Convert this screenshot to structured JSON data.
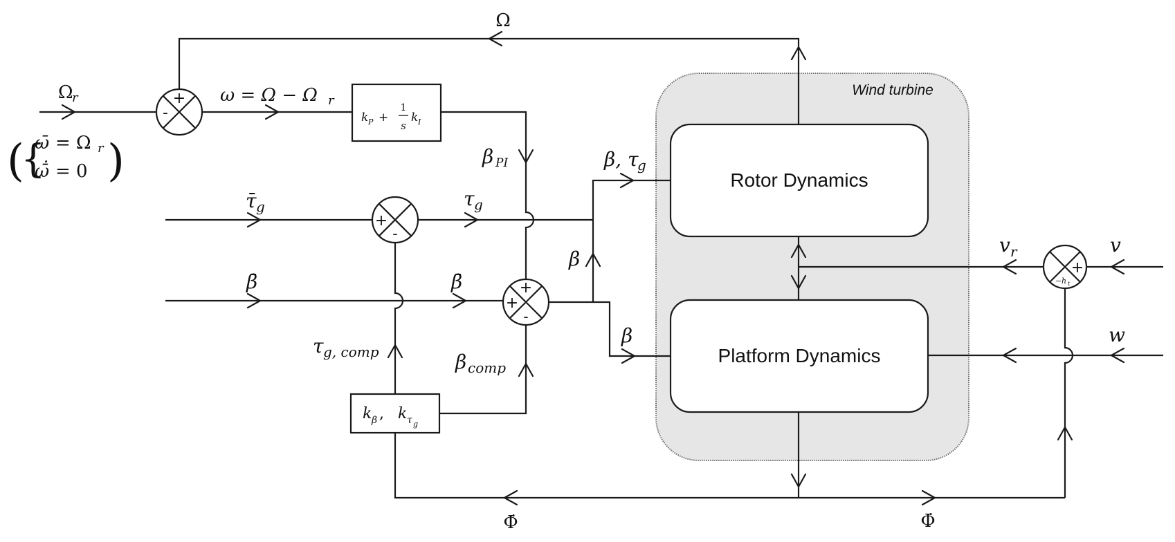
{
  "diagram": {
    "title": "Wind turbine control block diagram",
    "container": {
      "label": "Wind turbine",
      "fill": "#e6e6e6"
    },
    "blocks": {
      "rotor": {
        "label": "Rotor Dynamics"
      },
      "platform": {
        "label": "Platform Dynamics"
      },
      "pi_controller": {
        "label_main": "k",
        "label_p_sub": "P",
        "plus": "+",
        "frac_num": "1",
        "frac_den": "s",
        "label_i_sub": "I"
      },
      "compensator": {
        "label_kb": "k",
        "label_kb_sub": "β",
        "comma": ",",
        "label_kt": "k",
        "label_kt_sub": "τ",
        "label_kt_subsub": "g"
      }
    },
    "sums": {
      "speed_error": {
        "top_sign": "+",
        "left_sign": "-"
      },
      "torque": {
        "left_sign": "+",
        "bottom_sign": "-"
      },
      "pitch": {
        "top_sign": "+",
        "left_sign": "+",
        "bottom_sign": "-"
      },
      "wind": {
        "right_sign": "+",
        "bottom_sign": "−h",
        "bottom_sign_sub": "t"
      }
    },
    "signals": {
      "omega_feedback": "Ω",
      "omega_ref": "Ω",
      "omega_ref_sub": "r",
      "init_cond_line1_lhs": "ω̄",
      "init_cond_line1_rhs": "= Ω",
      "init_cond_line1_sub": "r",
      "init_cond_line2_lhs": "ω̄̇",
      "init_cond_line2_rhs": "= 0",
      "omega_error": "ω = Ω − Ω",
      "omega_error_sub": "r",
      "beta_pi": "β",
      "beta_pi_sub": "PI",
      "tau_bar": "τ̄",
      "tau_bar_sub": "g",
      "tau": "τ",
      "tau_sub": "g",
      "beta_bar_1": "β̄",
      "beta_bar_2": "β̄",
      "beta_tau": "β, τ",
      "beta_tau_sub": "g",
      "beta_up": "β",
      "beta_platform": "β",
      "tau_comp": "τ",
      "tau_comp_sub": "g, comp",
      "beta_comp": "β",
      "beta_comp_sub": "comp",
      "v_r": "v",
      "v_r_sub": "r",
      "v": "v",
      "w": "w",
      "phi_dot_left": "Φ̇",
      "phi_dot_right": "Φ̇"
    }
  }
}
